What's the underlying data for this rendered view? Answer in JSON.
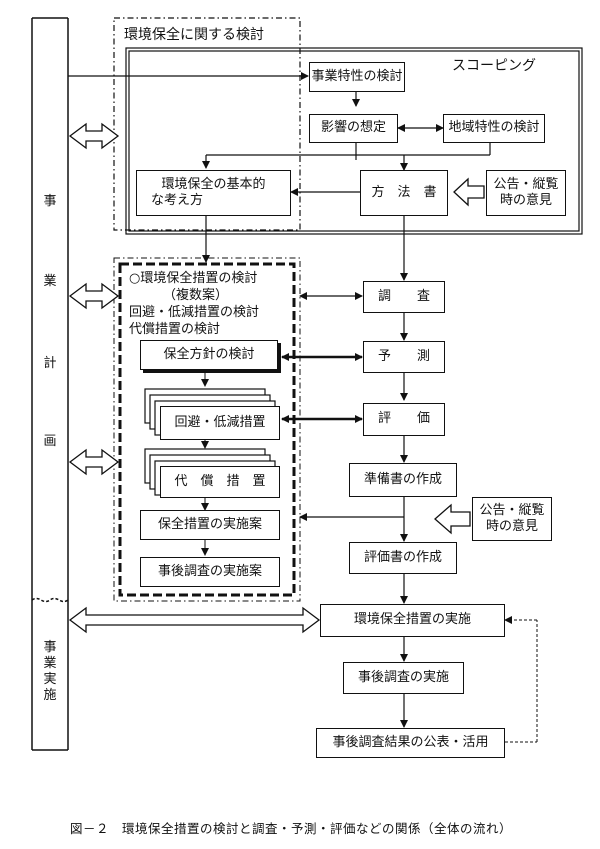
{
  "diagram": {
    "left_bar": {
      "planning_chars": [
        "事",
        "業",
        "計",
        "画"
      ],
      "implementation_chars": [
        "事",
        "業",
        "実",
        "施"
      ]
    },
    "env_review_title": "環境保全に関する検討",
    "scoping_title": "スコーピング",
    "nodes": {
      "project_characteristics": "事業特性の検討",
      "impact_assumption": "影響の想定",
      "regional_characteristics": "地域特性の検討",
      "basic_concept_line1": "環境保全の基本的",
      "basic_concept_line2": "な考え方",
      "method_document": "方　法　書",
      "public_notice_1_line1": "公告・縦覧",
      "public_notice_1_line2": "時の意見",
      "measures_review_line1": "○環境保全措置の検討",
      "measures_review_line2": "（複数案）",
      "measures_review_line3": "回避・低減措置の検討",
      "measures_review_line4": "代償措置の検討",
      "conservation_policy": "保全方針の検討",
      "avoid_reduce": "回避・低減措置",
      "compensation": "代　償　措　置",
      "conservation_plan": "保全措置の実施案",
      "followup_plan": "事後調査の実施案",
      "survey": "調　　査",
      "forecast": "予　　測",
      "evaluation": "評　　価",
      "preparatory_doc": "準備書の作成",
      "public_notice_2_line1": "公告・縦覧",
      "public_notice_2_line2": "時の意見",
      "evaluation_doc": "評価書の作成",
      "implementation": "環境保全措置の実施",
      "followup_survey": "事後調査の実施",
      "publication": "事後調査結果の公表・活用"
    },
    "caption": "図－２　環境保全措置の検討と調査・予測・評価などの関係（全体の流れ）"
  }
}
